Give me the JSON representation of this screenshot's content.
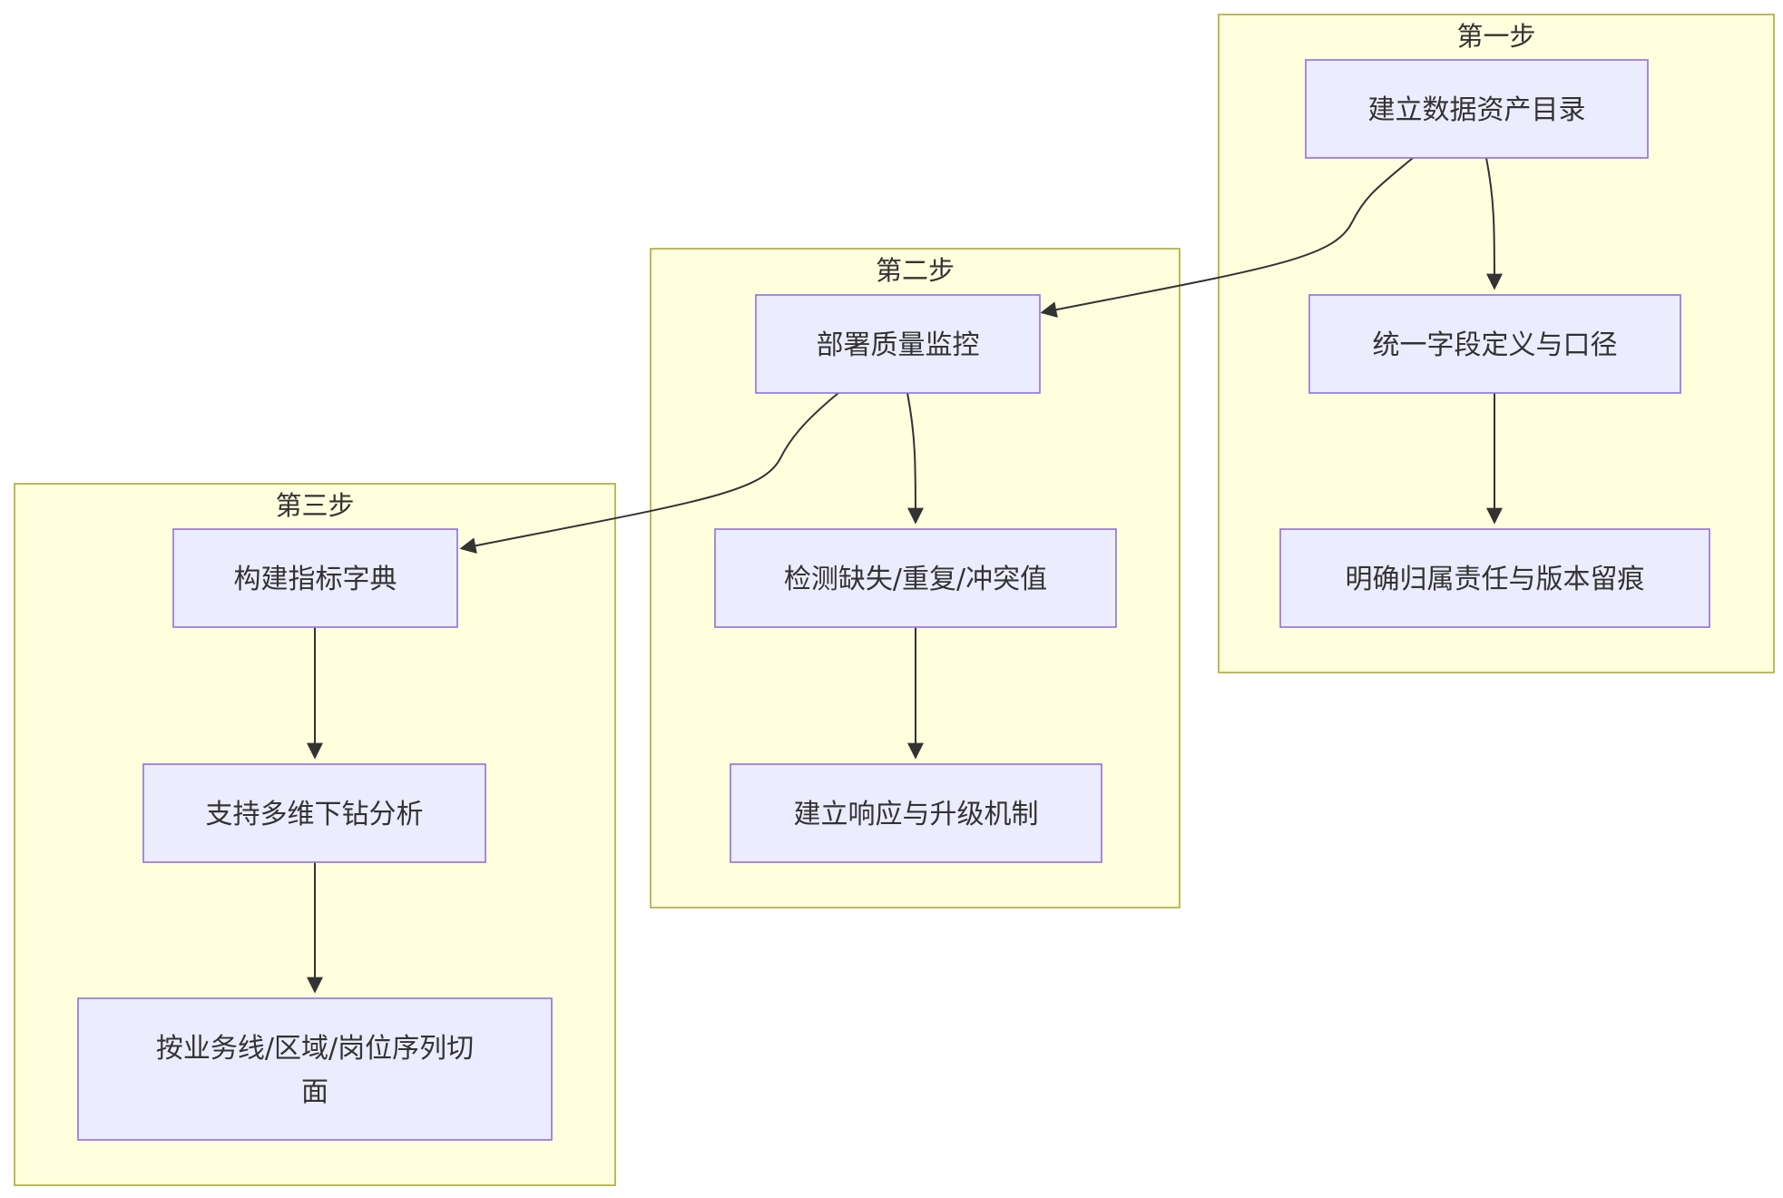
{
  "diagram": {
    "colors": {
      "cluster_fill": "#ffffde",
      "cluster_stroke": "#aaaa33",
      "node_fill": "#ececff",
      "node_stroke": "#9370db",
      "edge": "#333333",
      "text": "#333333"
    },
    "clusters": [
      {
        "id": "step1",
        "label": "第一步"
      },
      {
        "id": "step2",
        "label": "第二步"
      },
      {
        "id": "step3",
        "label": "第三步"
      }
    ],
    "nodes": [
      {
        "id": "n1",
        "cluster": "step1",
        "lines": [
          "建立数据资产目录"
        ]
      },
      {
        "id": "n2",
        "cluster": "step1",
        "lines": [
          "统一字段定义与口径"
        ]
      },
      {
        "id": "n3",
        "cluster": "step1",
        "lines": [
          "明确归属责任与版本留痕"
        ]
      },
      {
        "id": "n4",
        "cluster": "step2",
        "lines": [
          "部署质量监控"
        ]
      },
      {
        "id": "n5",
        "cluster": "step2",
        "lines": [
          "检测缺失/重复/冲突值"
        ]
      },
      {
        "id": "n6",
        "cluster": "step2",
        "lines": [
          "建立响应与升级机制"
        ]
      },
      {
        "id": "n7",
        "cluster": "step3",
        "lines": [
          "构建指标字典"
        ]
      },
      {
        "id": "n8",
        "cluster": "step3",
        "lines": [
          "支持多维下钻分析"
        ]
      },
      {
        "id": "n9",
        "cluster": "step3",
        "lines": [
          "按业务线/区域/岗位序列切",
          "面"
        ]
      }
    ],
    "edges": [
      {
        "from": "n1",
        "to": "n2"
      },
      {
        "from": "n2",
        "to": "n3"
      },
      {
        "from": "n1",
        "to": "n4"
      },
      {
        "from": "n4",
        "to": "n5"
      },
      {
        "from": "n5",
        "to": "n6"
      },
      {
        "from": "n4",
        "to": "n7"
      },
      {
        "from": "n7",
        "to": "n8"
      },
      {
        "from": "n8",
        "to": "n9"
      }
    ]
  }
}
